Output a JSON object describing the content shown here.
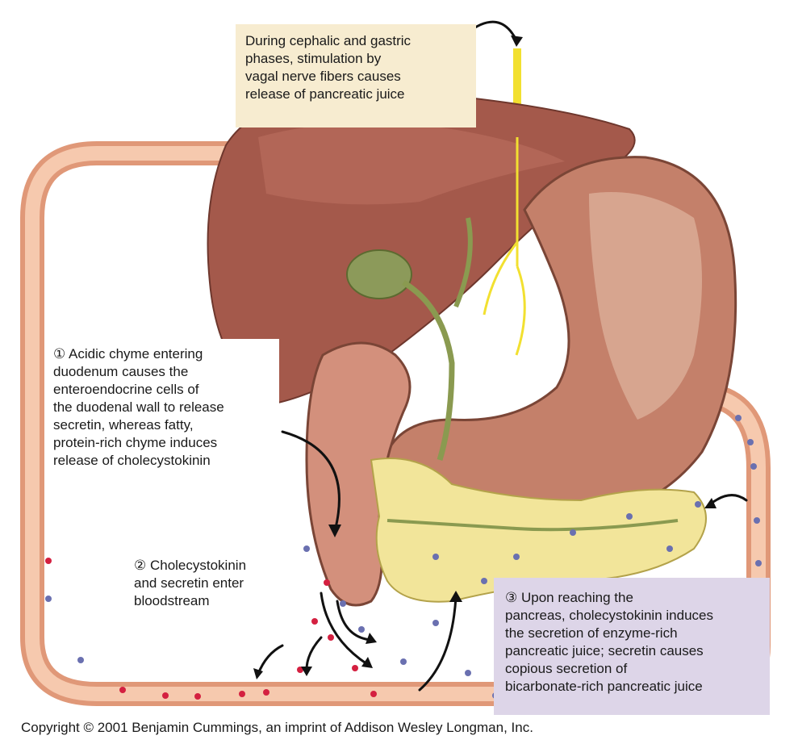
{
  "callouts": {
    "vagal": "During cephalic and gastric\nphases, stimulation by\nvagal nerve fibers causes\nrelease of pancreatic juice",
    "step1": "① Acidic chyme entering\nduodenum causes the\nenteroendocrine cells of\nthe duodenal wall to release\nsecretin, whereas fatty,\nprotein-rich chyme induces\nrelease of cholecystokinin",
    "step2": "② Cholecystokinin\nand secretin enter\nbloodstream",
    "step3": "③ Upon reaching the\npancreas, cholecystokinin induces\nthe secretion of enzyme-rich\npancreatic juice; secretin causes\ncopious secretion of\nbicarbonate-rich pancreatic juice"
  },
  "copyright": "Copyright © 2001 Benjamin Cummings, an imprint of Addison Wesley Longman, Inc.",
  "colors": {
    "vessel": "#e8a888",
    "liver": "#a0574a",
    "stomach": "#c97f6a",
    "gallbladder": "#8c9a5a",
    "pancreas": "#f2e59a",
    "nerve": "#f2e030",
    "cck_dot": "#d42040",
    "secretin_dot": "#6a70b0"
  }
}
